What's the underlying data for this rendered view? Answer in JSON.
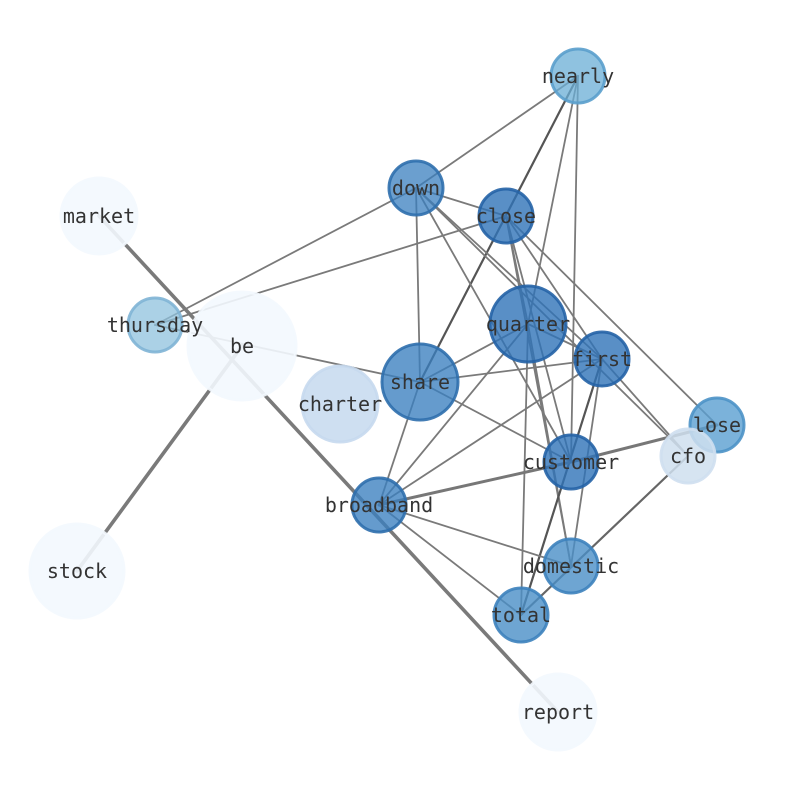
{
  "graph": {
    "nodes": [
      {
        "id": "nearly",
        "label": "nearly",
        "fill": "#6aaed6",
        "alpha": 0.75,
        "stroke": "#5a9fcc"
      },
      {
        "id": "down",
        "label": "down",
        "fill": "#3a7fbf",
        "alpha": 0.75,
        "stroke": "#2f6fad"
      },
      {
        "id": "close",
        "label": "close",
        "fill": "#2f73b8",
        "alpha": 0.8,
        "stroke": "#2563a6"
      },
      {
        "id": "market",
        "label": "market",
        "fill": "#f3f8fe",
        "alpha": 0.9,
        "stroke": "#f3f8fe"
      },
      {
        "id": "thursday",
        "label": "thursday",
        "fill": "#8fc1de",
        "alpha": 0.75,
        "stroke": "#7fb4d5"
      },
      {
        "id": "be",
        "label": "be",
        "fill": "#f3f8fe",
        "alpha": 0.9,
        "stroke": "#f3f8fe"
      },
      {
        "id": "quarter",
        "label": "quarter",
        "fill": "#2f73b8",
        "alpha": 0.8,
        "stroke": "#2563a6"
      },
      {
        "id": "first",
        "label": "first",
        "fill": "#2f73b8",
        "alpha": 0.8,
        "stroke": "#2563a6"
      },
      {
        "id": "share",
        "label": "share",
        "fill": "#3a7fbf",
        "alpha": 0.78,
        "stroke": "#2f6fad"
      },
      {
        "id": "charter",
        "label": "charter",
        "fill": "#c6d9ee",
        "alpha": 0.85,
        "stroke": "#c6d9ee"
      },
      {
        "id": "lose",
        "label": "lose",
        "fill": "#5a9fd1",
        "alpha": 0.8,
        "stroke": "#4d92c6"
      },
      {
        "id": "customer",
        "label": "customer",
        "fill": "#2f73b8",
        "alpha": 0.8,
        "stroke": "#2563a6"
      },
      {
        "id": "cfo",
        "label": "cfo",
        "fill": "#cfdfef",
        "alpha": 0.85,
        "stroke": "#cfdfef"
      },
      {
        "id": "broadband",
        "label": "broadband",
        "fill": "#3a7fbf",
        "alpha": 0.78,
        "stroke": "#2f6fad"
      },
      {
        "id": "stock",
        "label": "stock",
        "fill": "#f3f8fe",
        "alpha": 0.9,
        "stroke": "#f3f8fe"
      },
      {
        "id": "domestic",
        "label": "domestic",
        "fill": "#4a8fc7",
        "alpha": 0.8,
        "stroke": "#3d82bd"
      },
      {
        "id": "total",
        "label": "total",
        "fill": "#4a8fc7",
        "alpha": 0.8,
        "stroke": "#3d82bd"
      },
      {
        "id": "report",
        "label": "report",
        "fill": "#f3f8fe",
        "alpha": 0.9,
        "stroke": "#f3f8fe"
      }
    ],
    "edges": [
      {
        "source": "nearly",
        "target": "down",
        "color": "#7a7a7a",
        "weight": 1.8
      },
      {
        "source": "nearly",
        "target": "share",
        "color": "#555555",
        "weight": 2.2
      },
      {
        "source": "nearly",
        "target": "quarter",
        "color": "#7a7a7a",
        "weight": 1.8
      },
      {
        "source": "nearly",
        "target": "customer",
        "color": "#7a7a7a",
        "weight": 1.8
      },
      {
        "source": "down",
        "target": "close",
        "color": "#7a7a7a",
        "weight": 1.8
      },
      {
        "source": "down",
        "target": "thursday",
        "color": "#7a7a7a",
        "weight": 1.8
      },
      {
        "source": "down",
        "target": "share",
        "color": "#7a7a7a",
        "weight": 1.8
      },
      {
        "source": "down",
        "target": "first",
        "color": "#7a7a7a",
        "weight": 1.8
      },
      {
        "source": "down",
        "target": "customer",
        "color": "#7a7a7a",
        "weight": 1.8
      },
      {
        "source": "down",
        "target": "cfo",
        "color": "#7a7a7a",
        "weight": 1.8
      },
      {
        "source": "close",
        "target": "thursday",
        "color": "#7a7a7a",
        "weight": 1.8
      },
      {
        "source": "close",
        "target": "first",
        "color": "#7a7a7a",
        "weight": 1.8
      },
      {
        "source": "close",
        "target": "lose",
        "color": "#7a7a7a",
        "weight": 1.8
      },
      {
        "source": "close",
        "target": "customer",
        "color": "#7a7a7a",
        "weight": 1.8
      },
      {
        "source": "close",
        "target": "domestic",
        "color": "#7a7a7a",
        "weight": 1.8
      },
      {
        "source": "close",
        "target": "quarter",
        "color": "#7a7a7a",
        "weight": 1.8
      },
      {
        "source": "market",
        "target": "report",
        "color": "#7a7a7a",
        "weight": 3.6
      },
      {
        "source": "thursday",
        "target": "share",
        "color": "#7a7a7a",
        "weight": 1.8
      },
      {
        "source": "be",
        "target": "stock",
        "color": "#7a7a7a",
        "weight": 3.6
      },
      {
        "source": "quarter",
        "target": "share",
        "color": "#7a7a7a",
        "weight": 1.8
      },
      {
        "source": "quarter",
        "target": "first",
        "color": "#7a7a7a",
        "weight": 1.8
      },
      {
        "source": "quarter",
        "target": "broadband",
        "color": "#7a7a7a",
        "weight": 1.8
      },
      {
        "source": "quarter",
        "target": "total",
        "color": "#7a7a7a",
        "weight": 1.8
      },
      {
        "source": "quarter",
        "target": "domestic",
        "color": "#7a7a7a",
        "weight": 1.8
      },
      {
        "source": "share",
        "target": "first",
        "color": "#7a7a7a",
        "weight": 1.8
      },
      {
        "source": "share",
        "target": "broadband",
        "color": "#7a7a7a",
        "weight": 1.8
      },
      {
        "source": "share",
        "target": "customer",
        "color": "#7a7a7a",
        "weight": 1.8
      },
      {
        "source": "first",
        "target": "broadband",
        "color": "#7a7a7a",
        "weight": 1.8
      },
      {
        "source": "first",
        "target": "domestic",
        "color": "#7a7a7a",
        "weight": 1.8
      },
      {
        "source": "first",
        "target": "total",
        "color": "#555555",
        "weight": 2.2
      },
      {
        "source": "first",
        "target": "cfo",
        "color": "#7a7a7a",
        "weight": 1.8
      },
      {
        "source": "customer",
        "target": "broadband",
        "color": "#777777",
        "weight": 3.0
      },
      {
        "source": "customer",
        "target": "lose",
        "color": "#777777",
        "weight": 3.0
      },
      {
        "source": "cfo",
        "target": "total",
        "color": "#666666",
        "weight": 2.2
      },
      {
        "source": "broadband",
        "target": "domestic",
        "color": "#7a7a7a",
        "weight": 1.8
      },
      {
        "source": "broadband",
        "target": "total",
        "color": "#7a7a7a",
        "weight": 1.8
      }
    ]
  }
}
